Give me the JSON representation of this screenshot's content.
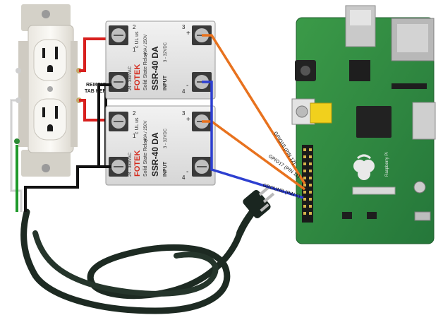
{
  "labels": {
    "remove_tab_line1": "REMOVE",
    "remove_tab_line2": "TAB HERE",
    "gpio18": "GPIO18 (PIN 12)",
    "gpio17": "GPIO17 (PIN 11)",
    "ground": "GROUND (PIN 6)"
  },
  "relay": {
    "brand": "FOTEK",
    "line1": "Solid State Relay",
    "model": "SSR-40 DA",
    "rating": "40A / 250V",
    "ac_range": "24 - 380VAC",
    "input_label": "INPUT",
    "dc_range": "3 - 32VDC",
    "term1": "1",
    "term2": "2",
    "term3": "3",
    "term4": "4",
    "plus": "+",
    "minus": "-",
    "cert": "c UL us"
  },
  "board": {
    "logo_text": "Raspberry Pi"
  },
  "colors": {
    "hot_wire": "#d8201e",
    "neutral_wire": "#111111",
    "ground_wire": "#1f9a2b",
    "gpio_wire": "#e8721e",
    "gnd_signal_wire": "#2d3fd0",
    "pcb": "#2f8a3c",
    "cord": "#1d2a22"
  }
}
